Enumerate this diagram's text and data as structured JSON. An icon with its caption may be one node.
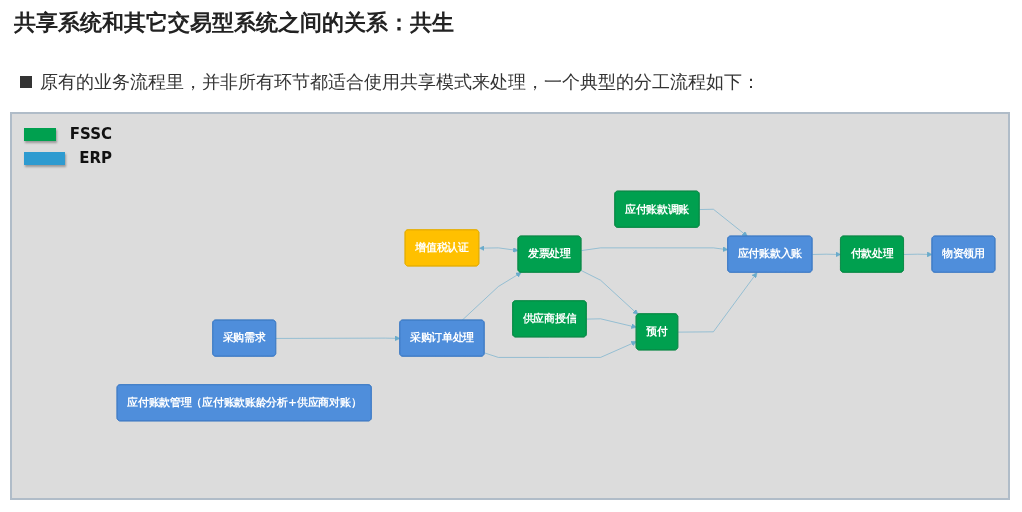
{
  "diagram": {
    "title": "共享系统和其它交易型系统之间的关系：共生",
    "nodes": [
      {
        "text": [
          "增值税认证"
        ]
      },
      {
        "text": [
          "应付账款调账"
        ]
      },
      {
        "text": [
          "采购需求"
        ]
      },
      {
        "text": [
          "采购订单处理"
        ]
      },
      {
        "text": [
          "发票处理"
        ]
      },
      {
        "text": [
          "应付账款入账"
        ]
      },
      {
        "text": [
          "付款处理"
        ]
      },
      {
        "text": [
          "物资领用"
        ]
      },
      {
        "text": [
          "供应商授信"
        ]
      },
      {
        "text": [
          "预付"
        ]
      },
      {
        "text": [
          "应付账款管理（应付账款账龄分析+供应商对账）"
        ]
      }
    ],
    "edges": [
      {
        "from": 2,
        "to": 3,
        "arrow": "to"
      },
      {
        "from": 3,
        "to": 4,
        "arrow": "to"
      },
      {
        "from": 0,
        "to": 4,
        "arrow": "both"
      },
      {
        "from": 4,
        "to": 5,
        "arrow": "to"
      },
      {
        "from": 1,
        "to": 5,
        "arrow": "to"
      },
      {
        "from": 5,
        "to": 6,
        "arrow": "to"
      },
      {
        "from": 6,
        "to": 7,
        "arrow": "to"
      },
      {
        "from": 4,
        "to": 9,
        "arrow": "to"
      },
      {
        "from": 3,
        "to": 9,
        "arrow": "to"
      },
      {
        "from": 8,
        "to": 9,
        "arrow": "to"
      },
      {
        "from": 9,
        "to": 5,
        "arrow": "to"
      }
    ],
    "labels": [
      "原有的业务流程里，并非所有环节都适合使用共享模式来处理，一个典型的分工流程如下："
    ],
    "legend": [
      {
        "text": "FSSC",
        "color": "#00a04f"
      },
      {
        "text": "ERP",
        "color": "#2e9bd0"
      }
    ]
  }
}
